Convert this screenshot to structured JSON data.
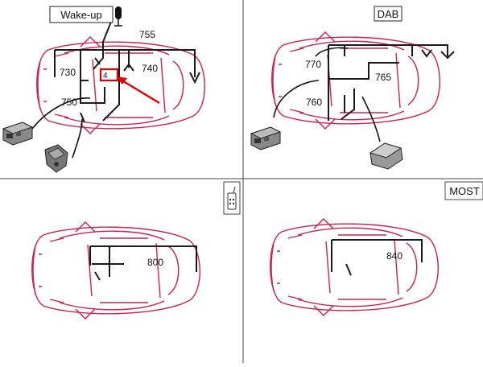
{
  "colors": {
    "car_outline": "#d0204a",
    "wiring": "#1a1a1a",
    "highlight": "#e00000",
    "divider": "#444444",
    "tag_border": "#222222"
  },
  "panels": {
    "top_left": {
      "tag": "Wake-up",
      "labels": {
        "l730": "730",
        "l755": "755",
        "l740": "740",
        "l750": "750",
        "l_highlight": "4"
      },
      "icons": [
        "microphone-icon",
        "radio-unit-icon",
        "connector-plug-icon"
      ]
    },
    "top_right": {
      "tag": "DAB",
      "labels": {
        "l770": "770",
        "l765": "765",
        "l760": "760"
      },
      "icons": [
        "radio-unit-icon",
        "dab-module-icon"
      ]
    },
    "bottom_left": {
      "labels": {
        "l800": "800"
      },
      "icons": [
        "remote-handset-icon"
      ]
    },
    "bottom_right": {
      "tag": "MOST",
      "labels": {
        "l840": "840"
      }
    }
  }
}
